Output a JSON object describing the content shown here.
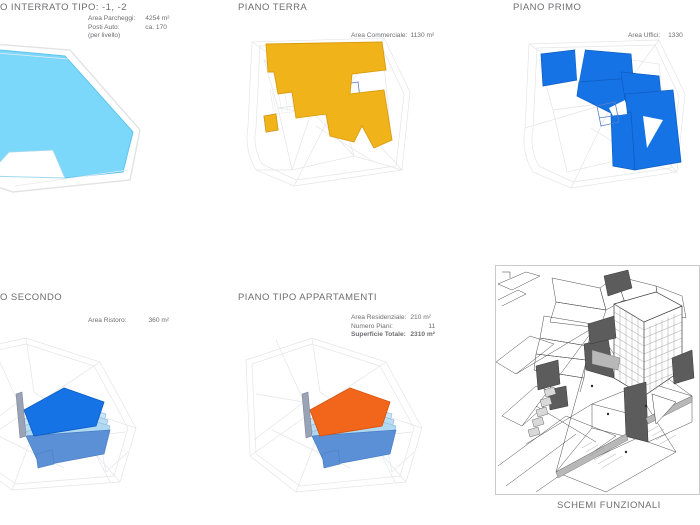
{
  "board": {
    "background_color": "#ffffff",
    "text_color": "#6d6e71"
  },
  "palette": {
    "cyan_parking": "#7CD8FB",
    "amber_commercial": "#F0B31A",
    "blue_office": "#1573E6",
    "blue_restaurant": "#1573E6",
    "light_blue_slab": "#AFD9F2",
    "orange_residential": "#F2661C",
    "line_gray": "#d6d7d9",
    "frame_gray": "#c9cacc"
  },
  "panels": [
    {
      "id": "basement",
      "title": "O INTERRATO TIPO: -1, -2",
      "title_truncated": true,
      "specs": [
        {
          "label": "Area Parcheggi:",
          "value": "4254 m²",
          "bold": false
        },
        {
          "label": "Posti Auto:",
          "value": "ca. 170",
          "bold": false
        },
        {
          "label": "(per livello)",
          "value": "",
          "bold": false
        }
      ]
    },
    {
      "id": "ground-floor",
      "title": "PIANO TERRA",
      "title_truncated": false,
      "specs": [
        {
          "label": "Area Commerciale:",
          "value": "1130 m²",
          "bold": false,
          "inline": true
        }
      ]
    },
    {
      "id": "first-floor",
      "title": "PIANO PRIMO",
      "title_truncated": false,
      "specs": [
        {
          "label": "Area Uffici:",
          "value": "1330",
          "bold": false,
          "clipped": true
        }
      ]
    },
    {
      "id": "second-floor",
      "title": "O SECONDO",
      "title_truncated": true,
      "specs": [
        {
          "label": "Area Ristoro:",
          "value": "360 m²",
          "bold": false
        }
      ]
    },
    {
      "id": "apartment-floor",
      "title": "PIANO TIPO APPARTAMENTI",
      "title_truncated": false,
      "specs": [
        {
          "label": "Area Residenziale:",
          "value": "210 m²",
          "bold": false
        },
        {
          "label": "Numero Piani:",
          "value": "11",
          "bold": false
        },
        {
          "label": "Superficie Totale:",
          "value": "2310 m²",
          "bold": true
        }
      ]
    },
    {
      "id": "functional-schemes",
      "caption": "SCHEMI FUNZIONALI"
    }
  ],
  "labels": {
    "basement_title": "O INTERRATO TIPO: -1, -2",
    "basement_area_parcheggi_label": "Area Parcheggi:",
    "basement_area_parcheggi_value": "4254 m²",
    "basement_posti_auto_label": "Posti Auto:",
    "basement_posti_auto_value": "ca. 170",
    "basement_per_livello": "(per livello)",
    "ground_title": "PIANO TERRA",
    "ground_area_label": "Area Commerciale:",
    "ground_area_value": "1130 m²",
    "first_title": "PIANO PRIMO",
    "first_area_label": "Area Uffici:",
    "first_area_value": "1330",
    "second_title": "O SECONDO",
    "second_area_label": "Area Ristoro:",
    "second_area_value": "360 m²",
    "apt_title": "PIANO TIPO APPARTAMENTI",
    "apt_res_label": "Area Residenziale:",
    "apt_res_value": "210 m²",
    "apt_piani_label": "Numero Piani:",
    "apt_piani_value": "11",
    "apt_tot_label": "Superficie Totale:",
    "apt_tot_value": "2310 m²",
    "render_caption": "SCHEMI FUNZIONALI"
  }
}
